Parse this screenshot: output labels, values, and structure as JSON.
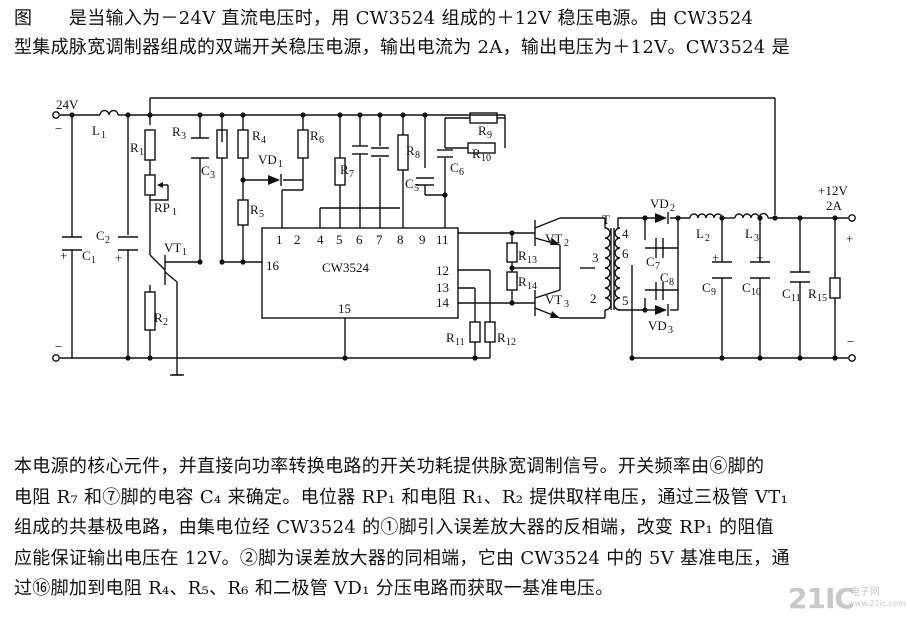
{
  "text_top": [
    "图　　是当输入为－24V 直流电压时，用 CW3524 组成的＋12V 稳压电源。由 CW3524",
    "型集成脉宽调制器组成的双端开关稳压电源，输出电流为 2A，输出电压为＋12V。CW3524 是"
  ],
  "text_bottom": [
    "本电源的核心元件，并直接向功率转换电路的开关功耗提供脉宽调制信号。开关频率由⑥脚的",
    "电阻 R₇ 和⑦脚的电容 C₄ 来确定。电位器 RP₁ 和电阻 R₁、R₂ 提供取样电压，通过三极管 VT₁",
    "组成的共基极电路，由集电位经 CW3524 的①脚引入误差放大器的反相端，改变 RP₁ 的阻值",
    "应能保证输出电压在 12V。②脚为误差放大器的同相端，它由 CW3524 中的 5V 基准电压，通",
    "过⑯脚加到电阻 R₄、R₅、R₆ 和二极管 VD₁ 分压电路而获取一基准电压。"
  ],
  "schematic": {
    "input_voltage": "24V",
    "output_voltage": "+12V",
    "output_current": "2A",
    "ic_name": "CW3524",
    "plus": "+",
    "minus": "−",
    "pins": [
      "1",
      "2",
      "4",
      "5",
      "6",
      "7",
      "8",
      "9",
      "11",
      "12",
      "13",
      "14",
      "15",
      "16",
      "2",
      "3",
      "4",
      "5",
      "6"
    ],
    "transformer": "T",
    "labels": {
      "L1": "L",
      "L1s": "1",
      "L2": "L",
      "L2s": "2",
      "L3": "L",
      "L3s": "3",
      "C1": "C",
      "C1s": "1",
      "C2": "C",
      "C2s": "2",
      "C3": "C",
      "C3s": "3",
      "C5": "C",
      "C5s": "5",
      "C6": "C",
      "C6s": "6",
      "C7": "C",
      "C7s": "7",
      "C8": "C",
      "C8s": "8",
      "C9": "C",
      "C9s": "9",
      "C10": "C",
      "C10s": "10",
      "C11": "C",
      "C11s": "11",
      "R1": "R",
      "R1s": "1",
      "R2": "R",
      "R2s": "2",
      "R3": "R",
      "R3s": "3",
      "R4": "R",
      "R4s": "4",
      "R5": "R",
      "R5s": "5",
      "R6": "R",
      "R6s": "6",
      "R7": "R",
      "R7s": "7",
      "R8": "R",
      "R8s": "8",
      "R9": "R",
      "R9s": "9",
      "R10": "R",
      "R10s": "10",
      "R11": "R",
      "R11s": "11",
      "R12": "R",
      "R12s": "12",
      "R13": "R",
      "R13s": "13",
      "R14": "R",
      "R14s": "14",
      "R15": "R",
      "R15s": "15",
      "RP1": "RP",
      "RP1s": "1",
      "VT1": "VT",
      "VT1s": "1",
      "VT2": "VT",
      "VT2s": "2",
      "VT3": "VT",
      "VT3s": "3",
      "VD1": "VD",
      "VD1s": "1",
      "VD2": "VD",
      "VD2s": "2",
      "VD3": "VD",
      "VD3s": "3"
    }
  },
  "watermark": {
    "main": "21IC",
    "cn": "电子网",
    "url": "www.21ic.com"
  }
}
